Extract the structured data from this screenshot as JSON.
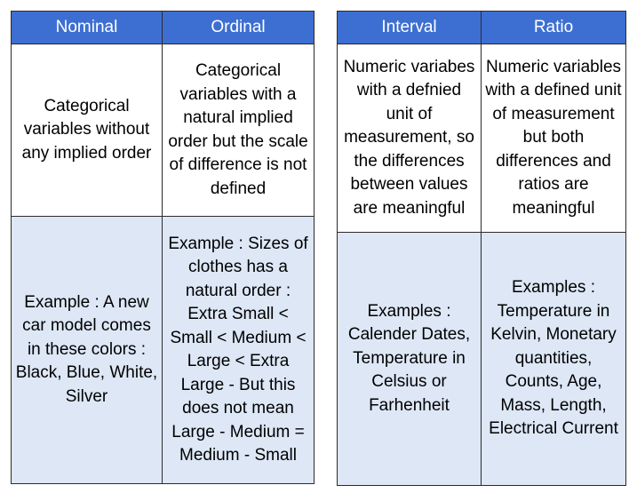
{
  "left_table": {
    "headers": [
      "Nominal",
      "Ordinal"
    ],
    "definitions": [
      "Categorical variables without any implied order",
      "Categorical variables with a natural implied order but the scale of difference is not defined"
    ],
    "examples": [
      "Example : A new car model comes in these colors : Black, Blue, White, Silver",
      "Example : Sizes of clothes has a natural order : Extra Small < Small < Medium < Large < Extra Large - But this does not mean Large - Medium = Medium - Small"
    ]
  },
  "right_table": {
    "headers": [
      "Interval",
      "Ratio"
    ],
    "definitions": [
      "Numeric variabes with a defnied unit of measurement, so the differences between values are meaningful",
      "Numeric variables with a defined unit of measurement but both differences and ratios are meaningful"
    ],
    "examples": [
      "Examples : Calender Dates, Temperature in Celsius or Farhenheit",
      "Examples : Temperature in Kelvin, Monetary quantities, Counts, Age, Mass, Length, Electrical Current"
    ]
  }
}
